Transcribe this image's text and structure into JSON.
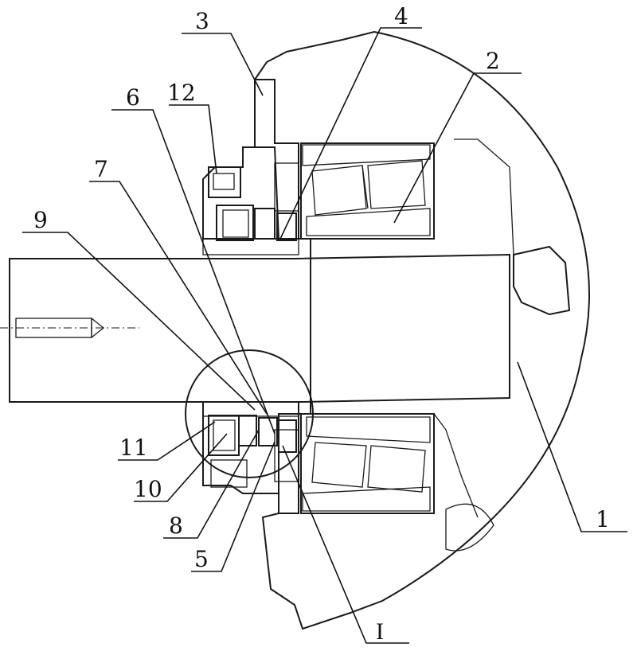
{
  "drawing": {
    "callouts": [
      {
        "id": "c1",
        "text": "1"
      },
      {
        "id": "c2",
        "text": "2"
      },
      {
        "id": "c3",
        "text": "3"
      },
      {
        "id": "c4",
        "text": "4"
      },
      {
        "id": "c5",
        "text": "5"
      },
      {
        "id": "c6",
        "text": "6"
      },
      {
        "id": "c7",
        "text": "7"
      },
      {
        "id": "c8",
        "text": "8"
      },
      {
        "id": "c9",
        "text": "9"
      },
      {
        "id": "c10",
        "text": "10"
      },
      {
        "id": "c11",
        "text": "11"
      },
      {
        "id": "c12",
        "text": "12"
      }
    ],
    "detail_mark": "I",
    "colors": {
      "line": "#1a1a1a",
      "background": "#ffffff"
    }
  }
}
